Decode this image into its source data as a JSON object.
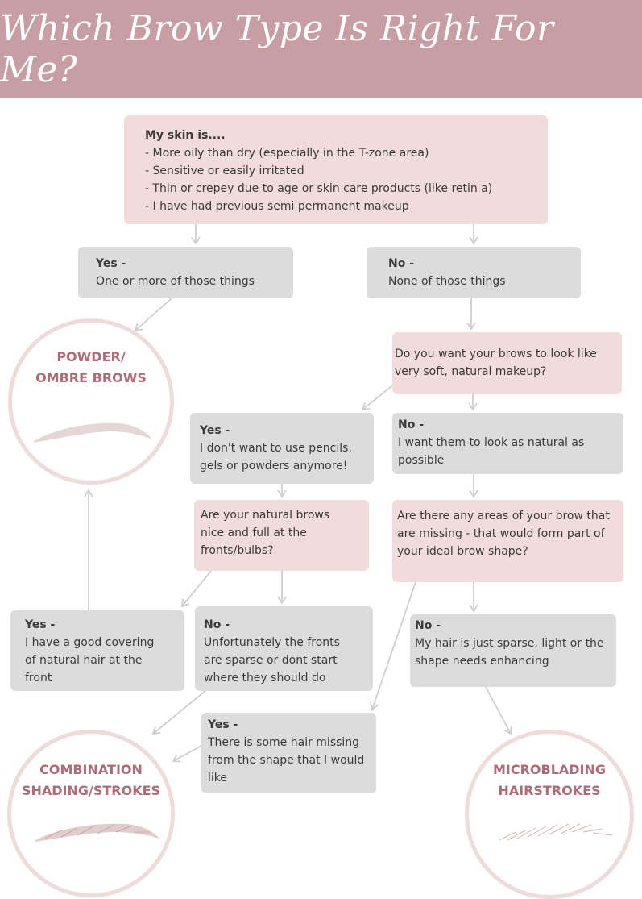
{
  "title": "Which Brow Type Is Right For Me?",
  "q_skin": {
    "head": "My skin is....",
    "lines": [
      "- More oily than dry (especially in the T-zone area)",
      "- Sensitive or easily irritated",
      "- Thin or crepey due to age or skin care products (like retin a)",
      "- I have had previous semi permanent makeup"
    ]
  },
  "skin_yes": {
    "head": "Yes -",
    "lines": [
      "One or more of those things"
    ]
  },
  "skin_no": {
    "head": "No -",
    "lines": [
      "None of those things"
    ]
  },
  "q_soft": {
    "lines": [
      "Do you want your brows to look like",
      "very soft, natural makeup?"
    ]
  },
  "soft_yes": {
    "head": "Yes -",
    "lines": [
      "I don't want to use pencils,",
      "gels or powders anymore!"
    ]
  },
  "soft_no": {
    "head": "No -",
    "lines": [
      "I want them to look as natural as",
      "possible"
    ]
  },
  "q_fronts": {
    "lines": [
      "Are your natural brows",
      "nice and full at the",
      "fronts/bulbs?"
    ]
  },
  "q_missing": {
    "lines": [
      "Are there any areas of your brow that",
      "are missing - that would form part of",
      "your ideal brow shape?"
    ]
  },
  "fronts_yes": {
    "head": "Yes -",
    "lines": [
      "I have a good covering",
      "of natural hair at the",
      "front"
    ]
  },
  "fronts_no": {
    "head": "No -",
    "lines": [
      "Unfortunately the fronts",
      "are sparse or dont start",
      "where they should do"
    ]
  },
  "missing_no": {
    "head": "No -",
    "lines": [
      "My hair is just sparse, light or the",
      "shape needs enhancing"
    ]
  },
  "missing_yes": {
    "head": "Yes -",
    "lines": [
      "There is some hair missing",
      "from the shape that I would",
      "like"
    ]
  },
  "result_powder": {
    "lines": [
      "POWDER/",
      "OMBRE BROWS"
    ]
  },
  "result_combo": {
    "lines": [
      "COMBINATION",
      "SHADING/STROKES"
    ]
  },
  "result_micro": {
    "lines": [
      "MICROBLADING",
      "HAIRSTROKES"
    ]
  },
  "colors": {
    "header": "#c79ea4",
    "pink_box": "#f1dcdb",
    "grey_box": "#dcdcdc",
    "result_text": "#b06a78",
    "arrow": "#cfcfcf"
  }
}
